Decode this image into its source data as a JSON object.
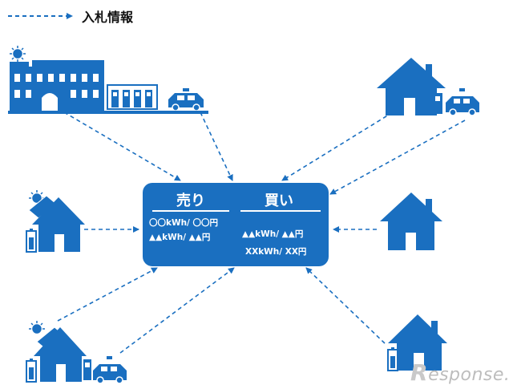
{
  "legend": {
    "label": "入札情報"
  },
  "center": {
    "sell_title": "売り",
    "buy_title": "買い",
    "sell_rows": [
      "〇〇kWh/ 〇〇円",
      "▲▲kWh/ ▲▲円"
    ],
    "buy_rows": [
      "▲▲kWh/ ▲▲円",
      "XXkWh/ XX円"
    ]
  },
  "watermark": {
    "first": "R",
    "rest": "esponse."
  },
  "colors": {
    "primary": "#1a6fc0",
    "arrow": "#1a6fc0",
    "background": "#ffffff"
  },
  "icons": [
    "office-building-icon",
    "sun-icon",
    "charging-station-icon",
    "car-icon",
    "house-icon",
    "solar-panel-icon",
    "battery-icon"
  ]
}
